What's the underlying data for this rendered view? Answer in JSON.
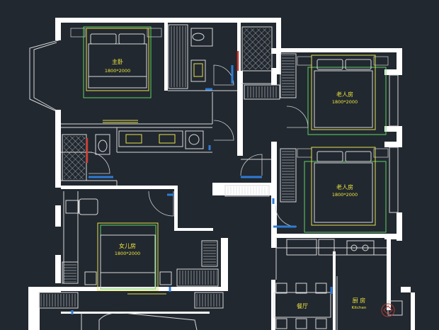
{
  "rooms": {
    "master_bedroom": {
      "name": "主卧",
      "size": "1800*2000"
    },
    "elder_room_1": {
      "name": "老人房",
      "size": "1800*2000"
    },
    "elder_room_2": {
      "name": "老人房",
      "size": "1800*2000"
    },
    "daughter_room": {
      "name": "女儿房",
      "size": "1800*2000"
    },
    "dining": {
      "name": "餐厅"
    },
    "kitchen": {
      "name": "厨 房",
      "name_en": "Kitchen"
    }
  },
  "colors": {
    "background": "#212830",
    "wall": "#ffffff",
    "furniture": "#e8e04a",
    "fixture": "#5fd35f",
    "door_marker": "#2e7bd6",
    "accent": "#d63a2e"
  }
}
